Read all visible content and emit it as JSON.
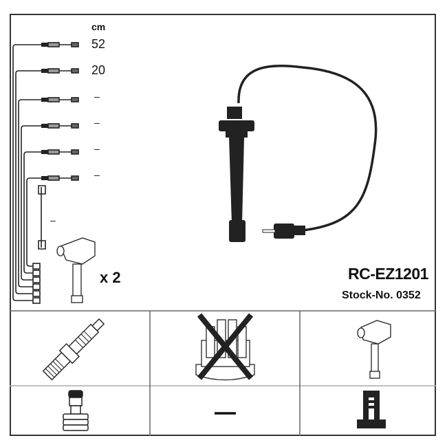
{
  "unit_label": "cm",
  "cable_lengths": [
    "52",
    "20",
    "–",
    "–",
    "–",
    "–",
    "–"
  ],
  "coil_quantity": "x 2",
  "part_number": "RC-EZ1201",
  "stock_number": "Stock-No. 0352",
  "lower_grid": {
    "row1": [
      "spark-plug-icon",
      "distributor-cap-not-included-icon",
      "ignition-coil-icon"
    ],
    "row2": [
      "plug-side-connector-icon",
      "–",
      "coil-side-connector-icon"
    ]
  }
}
